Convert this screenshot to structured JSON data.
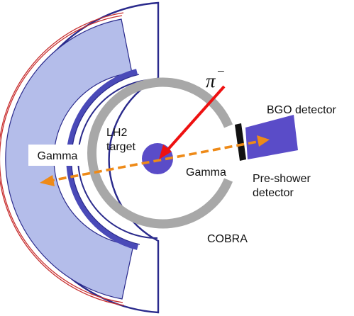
{
  "labels": {
    "pion": "π",
    "pion_charge": "−",
    "bgo": "BGO detector",
    "lh2_line1": "LH2",
    "lh2_line2": "target",
    "gamma_left": "Gamma",
    "gamma_inner": "Gamma",
    "preshower_line1": "Pre-shower",
    "preshower_line2": "detector",
    "cobra": "COBRA"
  },
  "colors": {
    "calorimeter_fill": "#b4bdea",
    "calorimeter_outline": "#2a2a8c",
    "inner_window": "#4a4ab8",
    "cobra_ring": "#a8a8a8",
    "target": "#5a4cc8",
    "bgo": "#5a4cc8",
    "preshower": "#111111",
    "pion_arrow": "#ee1111",
    "gamma_arrow": "#ee8a18",
    "wire_red": "#c83030"
  }
}
